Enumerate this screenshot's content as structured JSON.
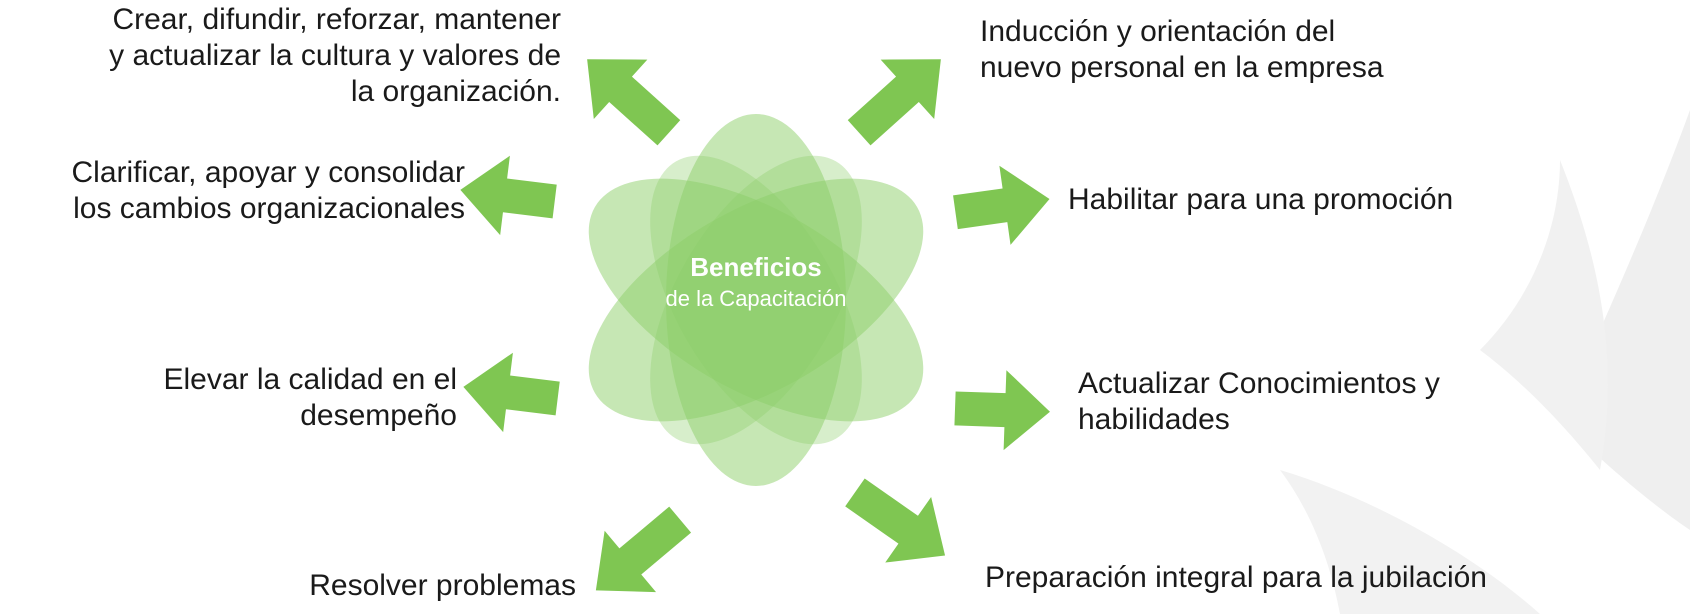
{
  "center": {
    "title": "Beneficios",
    "subtitle": "de la Capacitación"
  },
  "benefits": {
    "top_left": [
      "Crear, difundir, reforzar, mantener",
      "y actualizar la cultura y valores de",
      "la organización."
    ],
    "mid_left": [
      "Clarificar, apoyar y consolidar",
      "los cambios organizacionales"
    ],
    "lower_left": [
      "Elevar la calidad en el",
      "desempeño"
    ],
    "bottom_left": [
      "Resolver problemas"
    ],
    "top_right": [
      "Inducción y orientación del",
      "nuevo personal en la empresa"
    ],
    "mid_right": [
      "Habilitar para una promoción"
    ],
    "lower_right": [
      "Actualizar Conocimientos y",
      "habilidades"
    ],
    "bottom_right": [
      "Preparación integral para la jubilación"
    ]
  },
  "colors": {
    "arrow": "#7fc652",
    "petal": "#8dcf6a",
    "background_swoosh": "#ececec",
    "text": "#1a1a1a"
  }
}
